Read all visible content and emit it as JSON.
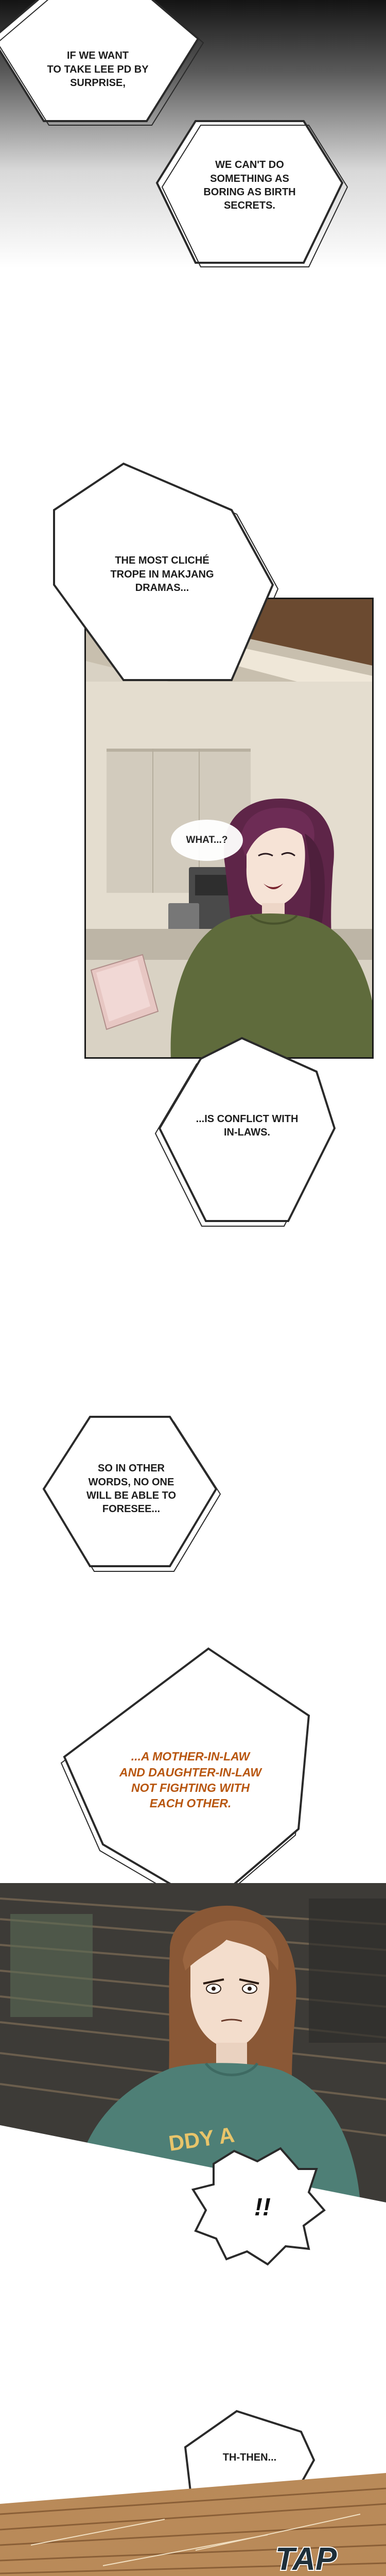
{
  "bubbles": {
    "b1": "IF WE WANT\nTO TAKE LEE PD BY\nSURPRISE,",
    "b2": "WE CAN'T DO\nSOMETHING AS\nBORING AS BIRTH\nSECRETS.",
    "b3": "THE MOST CLICHÉ\nTROPE IN MAKJANG\nDRAMAS...",
    "b4": "...IS CONFLICT WITH\nIN-LAWS.",
    "b5": "SO IN OTHER\nWORDS, NO ONE\nWILL BE ABLE TO\nFORESEE...",
    "b6": "...A MOTHER-IN-LAW\nAND DAUGHTER-IN-LAW\nNOT FIGHTING WITH\nEACH OTHER.",
    "b7": "TH-THEN..."
  },
  "panel1": {
    "dialog": "WHAT...?"
  },
  "panel2": {
    "exclaim": "!!",
    "shirt_text": "DDY A"
  },
  "sfx": "TAP",
  "colors": {
    "highlight_text": "#b8560f",
    "bubble_border": "#2a2a2a",
    "hair_purple": "#5e2548",
    "sweater_green": "#5f6b3c",
    "hair_brown": "#8a5836",
    "shirt_teal": "#4e7f76"
  }
}
